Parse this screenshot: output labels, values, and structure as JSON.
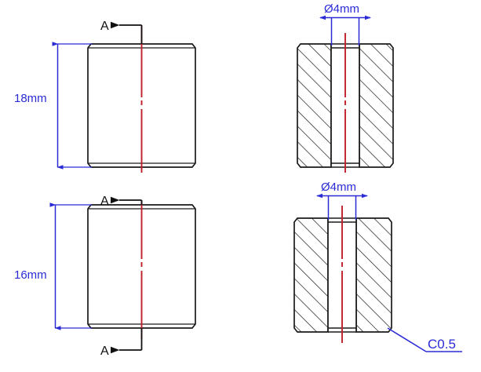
{
  "drawing": {
    "title": "Cylindrical bushing — two part variants, front view and section A-A",
    "background_color": "#ffffff",
    "colors": {
      "outline": "#1a1a1a",
      "dimension": "#2b2bd6",
      "centerline": "#c0202a",
      "hatch": "#1a1a1a",
      "section_letter": "#111111"
    },
    "views": [
      {
        "id": "top-left",
        "kind": "front-view",
        "dimension_label": "18mm",
        "section_marks": [
          {
            "letter": "A",
            "position": "top",
            "arrow_direction": "left"
          }
        ]
      },
      {
        "id": "top-right",
        "kind": "section-view",
        "dimension_label": "Ø4mm",
        "hatched": true
      },
      {
        "id": "bottom-left",
        "kind": "front-view",
        "dimension_label": "16mm",
        "section_marks": [
          {
            "letter": "A",
            "position": "top",
            "arrow_direction": "left"
          },
          {
            "letter": "A",
            "position": "bottom",
            "arrow_direction": "left"
          }
        ]
      },
      {
        "id": "bottom-right",
        "kind": "section-view",
        "dimension_label": "Ø4mm",
        "chamfer_label": "C0.5",
        "hatched": true
      }
    ],
    "labels": {
      "height_upper": "18mm",
      "height_lower": "16mm",
      "bore_upper": "Ø4mm",
      "bore_lower": "Ø4mm",
      "chamfer": "C0.5",
      "section_letter_a": "A"
    }
  }
}
